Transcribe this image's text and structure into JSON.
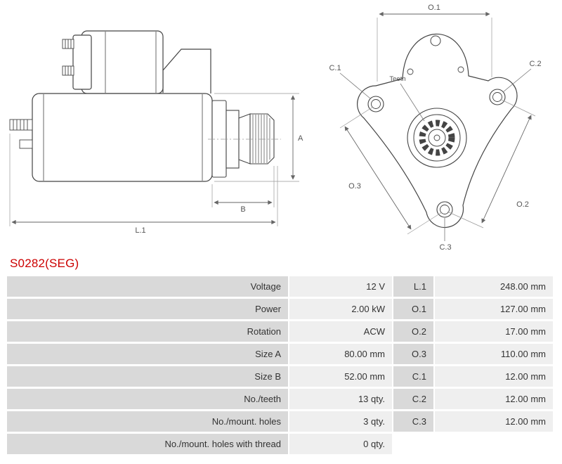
{
  "part": {
    "number": "S0282(SEG)"
  },
  "drawing": {
    "labels": {
      "a": "A",
      "b": "B",
      "l1": "L.1",
      "o1": "O.1",
      "o2": "O.2",
      "o3": "O.3",
      "c1": "C.1",
      "c2": "C.2",
      "c3": "C.3",
      "teeth": "Teeth"
    }
  },
  "table": {
    "rows": [
      {
        "property": "Voltage",
        "value": "12 V",
        "dim": "L.1",
        "dimValue": "248.00 mm"
      },
      {
        "property": "Power",
        "value": "2.00 kW",
        "dim": "O.1",
        "dimValue": "127.00 mm"
      },
      {
        "property": "Rotation",
        "value": "ACW",
        "dim": "O.2",
        "dimValue": "17.00 mm"
      },
      {
        "property": "Size A",
        "value": "80.00 mm",
        "dim": "O.3",
        "dimValue": "110.00 mm"
      },
      {
        "property": "Size B",
        "value": "52.00 mm",
        "dim": "C.1",
        "dimValue": "12.00 mm"
      },
      {
        "property": "No./teeth",
        "value": "13 qty.",
        "dim": "C.2",
        "dimValue": "12.00 mm"
      },
      {
        "property": "No./mount. holes",
        "value": "3 qty.",
        "dim": "C.3",
        "dimValue": "12.00 mm"
      },
      {
        "property": "No./mount. holes with thread",
        "value": "0 qty.",
        "dim": "",
        "dimValue": ""
      }
    ]
  },
  "colors": {
    "accent_red": "#cc0000",
    "cell_label_bg": "#d9d9d9",
    "cell_value_bg": "#efefef",
    "line_color": "#444444"
  }
}
